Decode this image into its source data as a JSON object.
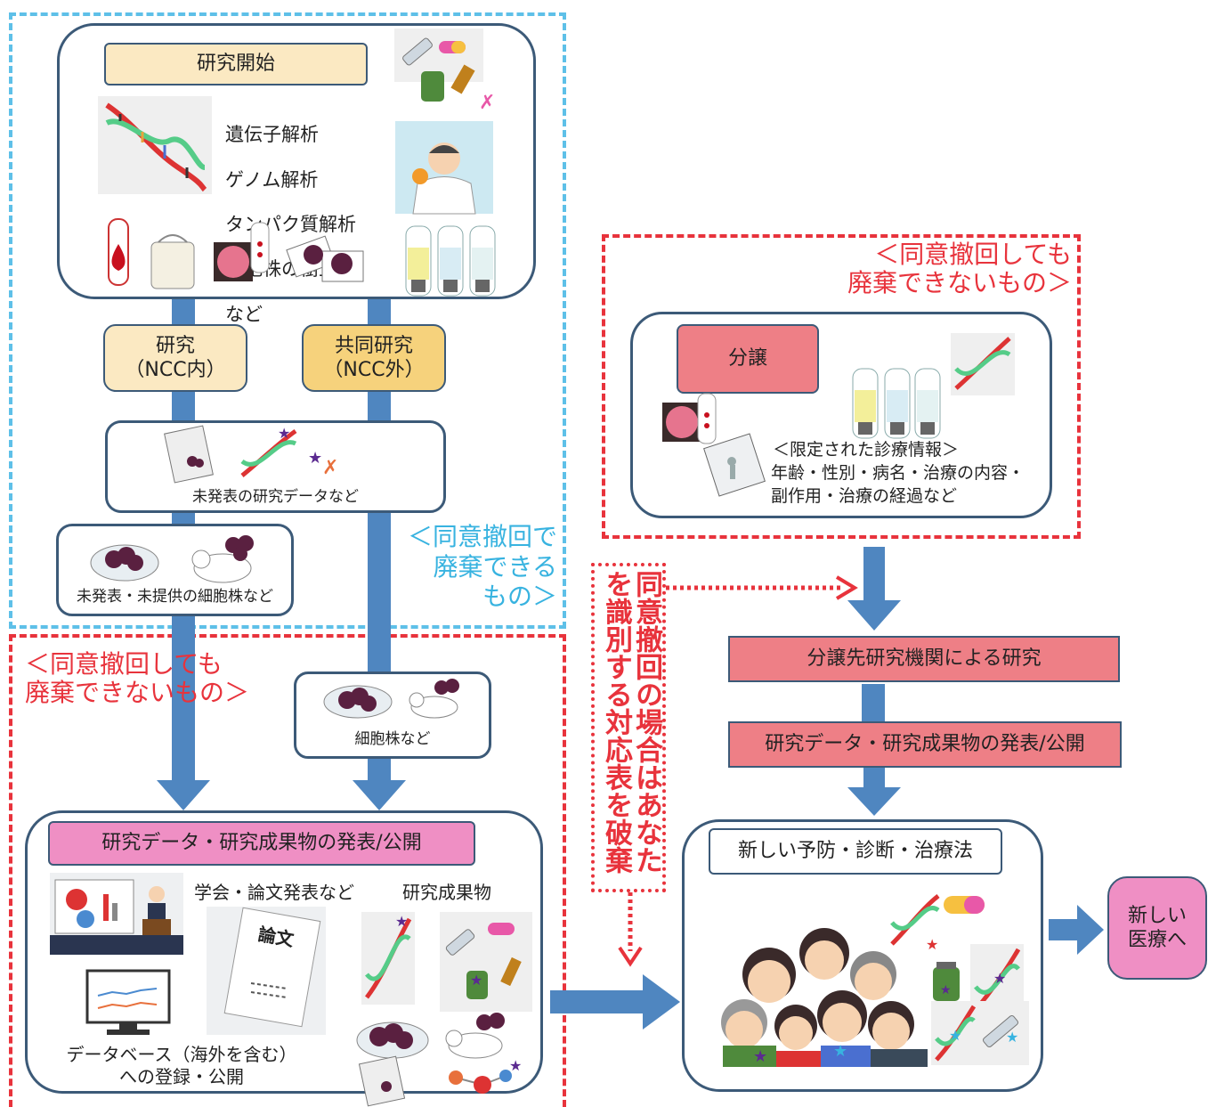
{
  "left_top": {
    "start_label": "研究開始",
    "analysis_items": [
      "遺伝子解析",
      "ゲノム解析",
      "タンパク質解析",
      "細胞株の樹立",
      "など"
    ],
    "internal_research": "研究\n（NCC内）",
    "joint_research": "共同研究\n（NCC外）",
    "unpublished_data": "未発表の研究データなど",
    "unpublished_cells": "未発表・未提供の細胞株など",
    "discardable_heading": "＜同意撤回で\n廃棄できる\nもの＞"
  },
  "left_bottom": {
    "non_discardable_heading": "＜同意撤回しても\n廃棄できないもの＞",
    "cell_lines": "細胞株など",
    "publish_label": "研究データ・研究成果物の発表/公開",
    "conference": "学会・論文発表など",
    "research_products": "研究成果物",
    "paper": "論文",
    "database": "データベース（海外を含む）\nへの登録・公開"
  },
  "middle": {
    "withdrawal_note": [
      "同意撤回の場合はあなた",
      "を識別する対応表を破棄"
    ]
  },
  "right": {
    "non_discardable_heading": "＜同意撤回しても\n廃棄できないもの＞",
    "transfer_label": "分譲",
    "limited_info_title": "＜限定された診療情報＞",
    "limited_info_lines": [
      "年齢・性別・病名・治療の内容・",
      "副作用・治療の経過など"
    ],
    "recipient_research": "分譲先研究機関による研究",
    "publish_label": "研究データ・研究成果物の発表/公開",
    "new_methods": "新しい予防・診断・治療法",
    "new_medicine": "新しい\n医療へ"
  },
  "colors": {
    "flow_arrow": "#4f86c0",
    "dashed_blue": "#5ec0e8",
    "dashed_red": "#e8333c",
    "box_border": "#3c5a78",
    "pink_box": "#ee7f86",
    "magenta_box": "#ef8fc4",
    "cream_box": "#fbe9c2",
    "orange_box": "#f6d27c"
  },
  "icons": [
    "dna-icon",
    "syringe-icon",
    "capsule-icon",
    "medicine-bottle-icon",
    "doctor-illustration",
    "blood-tube-icon",
    "blood-bag-icon",
    "tissue-sample-icon",
    "sample-tubes-icon",
    "clipboard-icon",
    "petri-dish-icon",
    "mouse-icon",
    "presentation-icon",
    "monitor-chart-icon",
    "crowd-illustration",
    "molecule-icon"
  ]
}
